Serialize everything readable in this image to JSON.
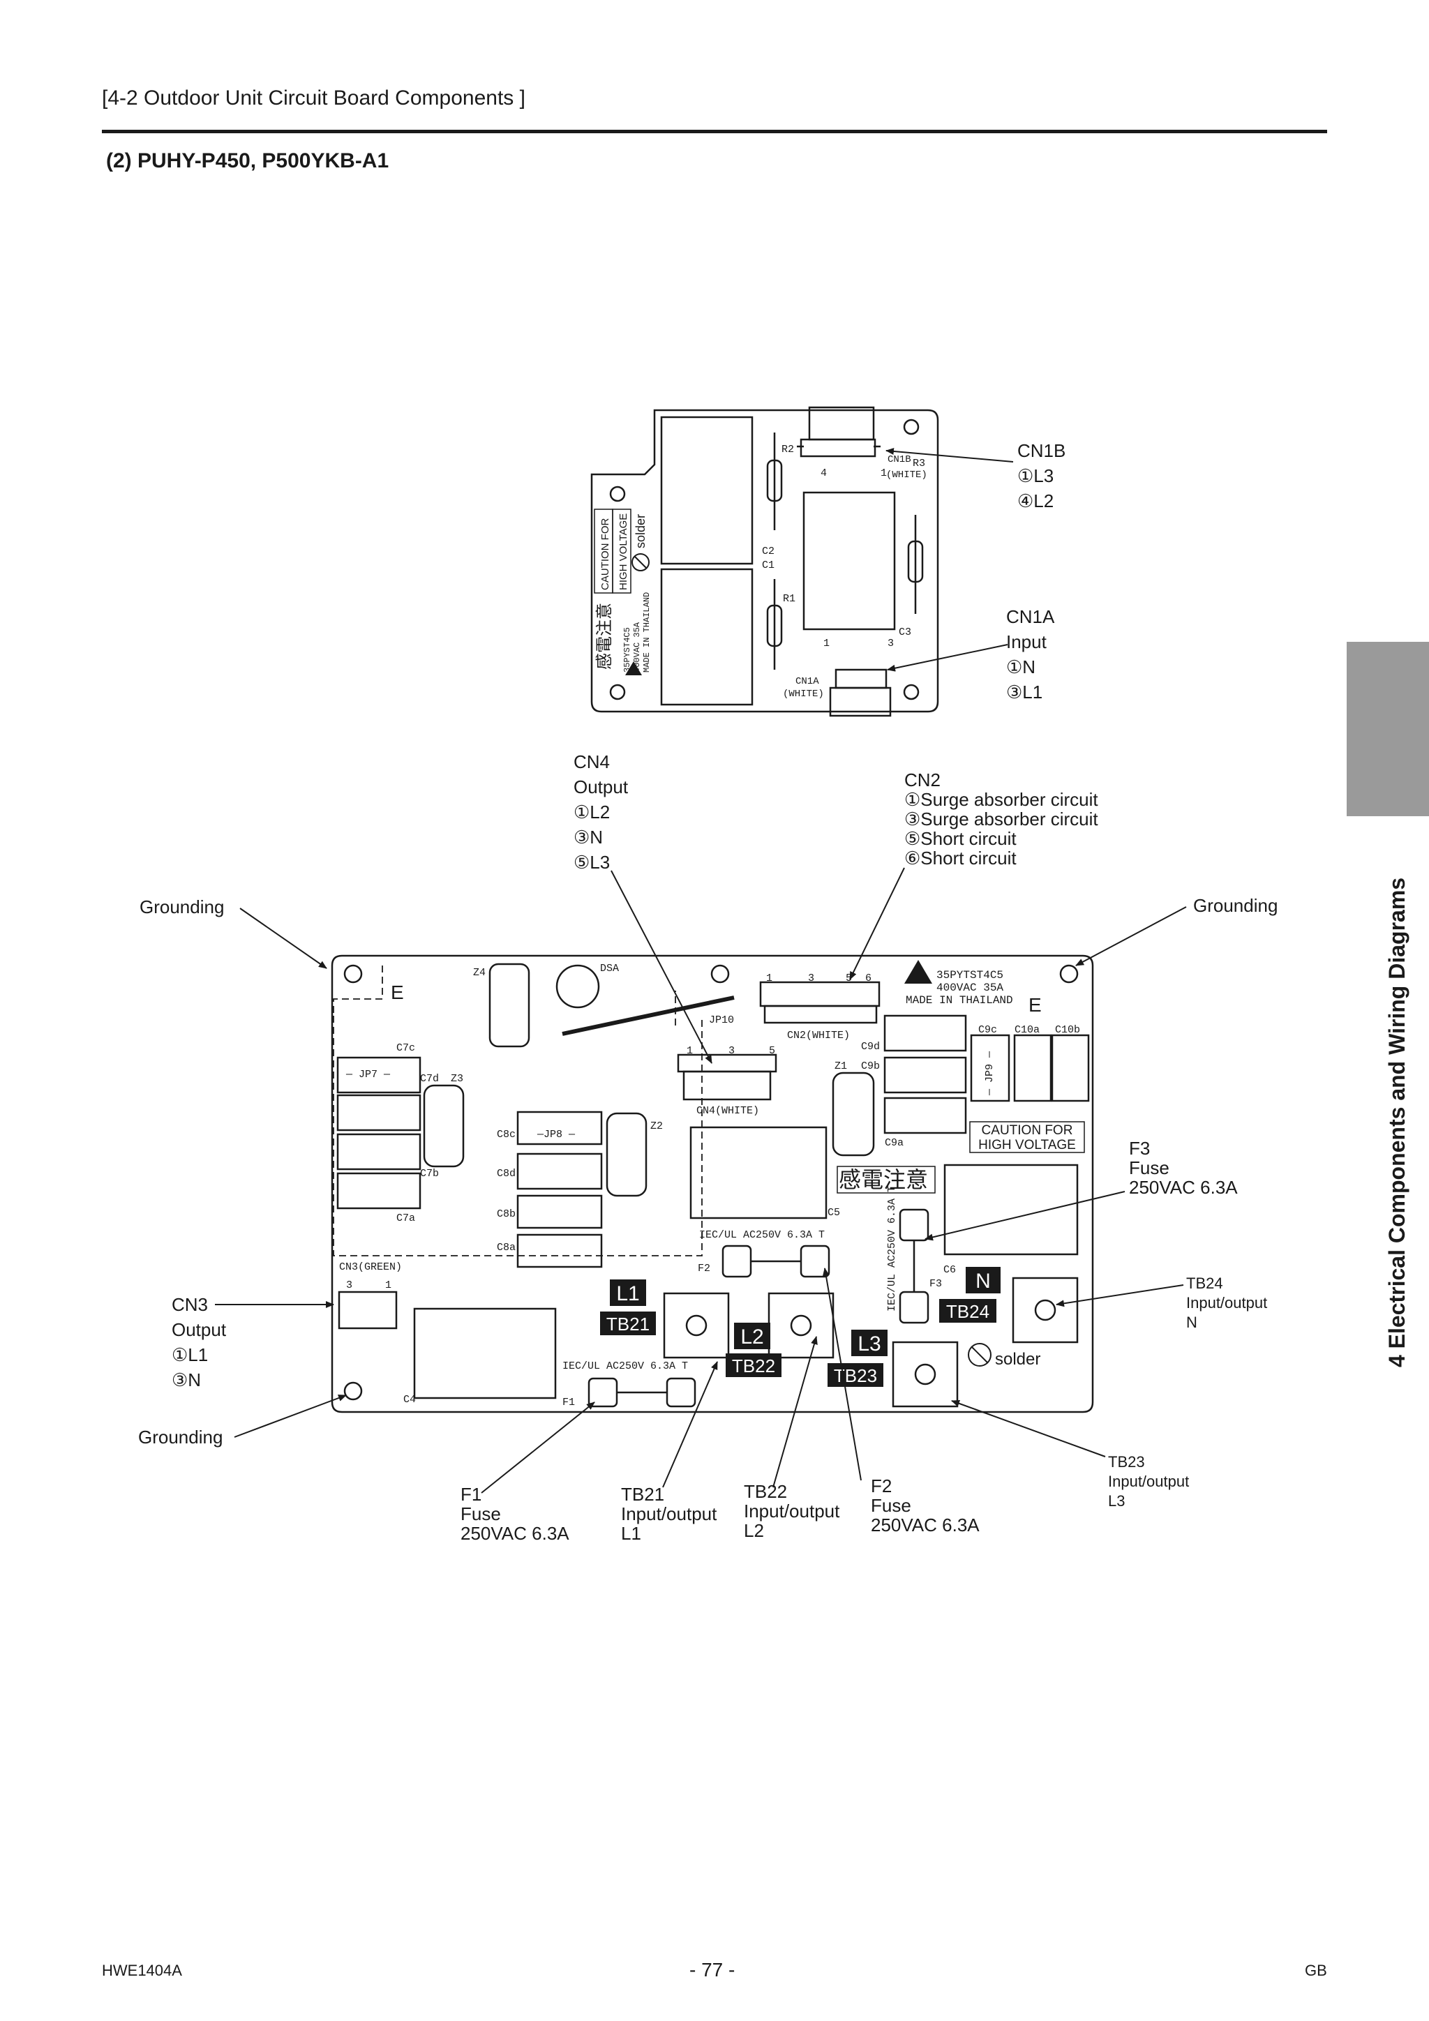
{
  "header": {
    "breadcrumb": "[4-2 Outdoor Unit Circuit Board Components ]",
    "section_title": "(2)  PUHY-P450, P500YKB-A1"
  },
  "side_tab": {
    "label": "4  Electrical Components and Wiring Diagrams"
  },
  "callouts": {
    "cn1b": {
      "title": "CN1B",
      "lines": [
        "①L3",
        "④L2"
      ]
    },
    "cn1a": {
      "title": "CN1A",
      "lines": [
        "Input",
        "①N",
        "③L1"
      ]
    },
    "cn4": {
      "title": "CN4",
      "lines": [
        "Output",
        "①L2",
        "③N",
        "⑤L3"
      ]
    },
    "cn2": {
      "title": "CN2",
      "lines": [
        "①Surge absorber circuit",
        "③Surge absorber circuit",
        "⑤Short circuit",
        "⑥Short circuit"
      ]
    },
    "grounding_top_left": "Grounding",
    "grounding_top_right": "Grounding",
    "grounding_bottom_left": "Grounding",
    "f3": {
      "lines": [
        "F3",
        "Fuse",
        "250VAC 6.3A"
      ]
    },
    "tb24": {
      "lines": [
        "TB24",
        "Input/output",
        "N"
      ]
    },
    "cn3": {
      "title": "CN3",
      "lines": [
        "Output",
        "①L1",
        "③N"
      ]
    },
    "tb23": {
      "lines": [
        "TB23",
        "Input/output",
        "L3"
      ]
    },
    "f1": {
      "lines": [
        "F1",
        "Fuse",
        "250VAC 6.3A"
      ]
    },
    "tb21": {
      "lines": [
        "TB21",
        "Input/output",
        "L1"
      ]
    },
    "tb22": {
      "lines": [
        "TB22",
        "Input/output",
        "L2"
      ]
    },
    "f2": {
      "lines": [
        "F2",
        "Fuse",
        "250VAC 6.3A"
      ]
    }
  },
  "board_small": {
    "r2": "R2",
    "r3": "R3",
    "r1": "R1",
    "c2": "C2",
    "c1": "C1",
    "c3": "C3",
    "cn1b_label": "CN1B",
    "cn1b_color": "(WHITE)",
    "cn1a_label": "CN1A",
    "cn1a_color": "(WHITE)",
    "pin4": "4",
    "pin1_top": "1",
    "pin1_bottom": "1",
    "pin3": "3",
    "caution1": "CAUTION FOR",
    "caution2": "HIGH VOLTAGE",
    "warning_jp": "感電注意",
    "solder": "solder",
    "model1": "35PYST4C5",
    "model2": "400VAC 35A",
    "model3": "MADE IN THAILAND"
  },
  "board_main": {
    "z4": "Z4",
    "dsa": "DSA",
    "e_left": "E",
    "e_right": "E",
    "model1": "35PYTST4C5",
    "model2": "400VAC  35A",
    "model3": "MADE  IN  THAILAND",
    "cn2_pins": [
      "1",
      "3",
      "5",
      "6"
    ],
    "cn2_label": "CN2(WHITE)",
    "jp10": "JP10",
    "cn4_pins": [
      "1",
      "3",
      "5"
    ],
    "cn4_label": "CN4(WHITE)",
    "c7c": "C7c",
    "jp7": "— JP7 —",
    "c7d": "C7d",
    "z3": "Z3",
    "c7b": "C7b",
    "c7a": "C7a",
    "c8c": "C8c",
    "jp8": "—JP8 —",
    "z2": "Z2",
    "c8d": "C8d",
    "c8b": "C8b",
    "c8a": "C8a",
    "c9d": "C9d",
    "z1": "Z1",
    "c9b": "C9b",
    "c9a": "C9a",
    "c9c": "C9c",
    "c10a": "C10a",
    "c10b": "C10b",
    "jp9": "— JP9 —",
    "caution1": "CAUTION FOR",
    "caution2": "HIGH VOLTAGE",
    "warning_jp": "感電注意",
    "c5": "C5",
    "f2_rating": "IEC/UL  AC250V  6.3A  T",
    "f2": "F2",
    "f3_rating": "IEC/UL  AC250V  6.3A  T",
    "f3": "F3",
    "c6": "C6",
    "cn3_label": "CN3(GREEN)",
    "cn3_pins": [
      "3",
      "1"
    ],
    "f1_rating": "IEC/UL  AC250V  6.3A  T",
    "f1": "F1",
    "c4": "C4",
    "badge_l1": "L1",
    "badge_tb21": "TB21",
    "badge_l2": "L2",
    "badge_tb22": "TB22",
    "badge_l3": "L3",
    "badge_tb23": "TB23",
    "badge_n": "N",
    "badge_tb24": "TB24",
    "solder": "solder"
  },
  "footer": {
    "doc_id": "HWE1404A",
    "page": "- 77 -",
    "lang": "GB"
  }
}
